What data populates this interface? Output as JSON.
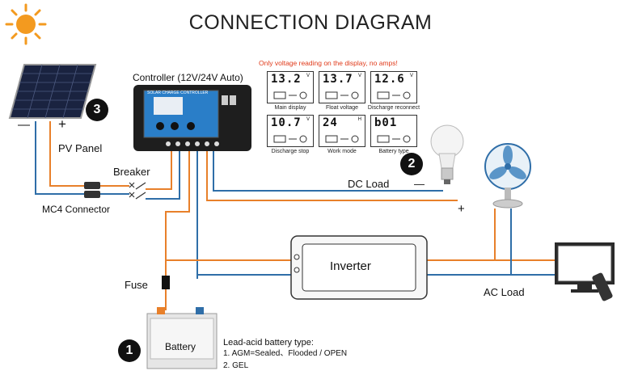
{
  "title": "CONNECTION DIAGRAM",
  "labels": {
    "controller": "Controller (12V/24V Auto)",
    "note": "Only voltage reading on the display, no amps!",
    "pv_panel": "PV Panel",
    "breaker": "Breaker",
    "mc4": "MC4 Connector",
    "dc_load": "DC Load",
    "ac_load": "AC Load",
    "inverter": "Inverter",
    "fuse": "Fuse",
    "battery": "Battery",
    "panel_minus": "—",
    "panel_plus": "+",
    "dc_minus": "—",
    "dc_plus": "+"
  },
  "controller_screen": "SOLAR CHARGE CONTROLLER",
  "badges": {
    "b1": "1",
    "b2": "2",
    "b3": "3"
  },
  "displays": [
    {
      "value": "13.2",
      "unit": "V",
      "caption": "Main display"
    },
    {
      "value": "13.7",
      "unit": "V",
      "caption": "Float voltage"
    },
    {
      "value": "12.6",
      "unit": "V",
      "caption": "Discharge reconnect"
    },
    {
      "value": "10.7",
      "unit": "V",
      "caption": "Discharge stop"
    },
    {
      "value": "24",
      "unit": "H",
      "caption": "Work mode"
    },
    {
      "value": "b01",
      "unit": "",
      "caption": "Battery type"
    }
  ],
  "battery_types": {
    "heading": "Lead-acid battery type:",
    "items": [
      "1. AGM=Sealed、Flooded / OPEN",
      "2. GEL"
    ]
  },
  "colors": {
    "positive": "#e8802a",
    "negative": "#2f6ea8",
    "sun": "#f39a1f"
  },
  "icons": [
    "sun-icon",
    "solar-panel-icon",
    "light-bulb-icon",
    "fan-icon",
    "tv-icon",
    "remote-icon",
    "fuse-icon",
    "battery-icon",
    "inverter-icon",
    "mc4-connector-icon"
  ]
}
